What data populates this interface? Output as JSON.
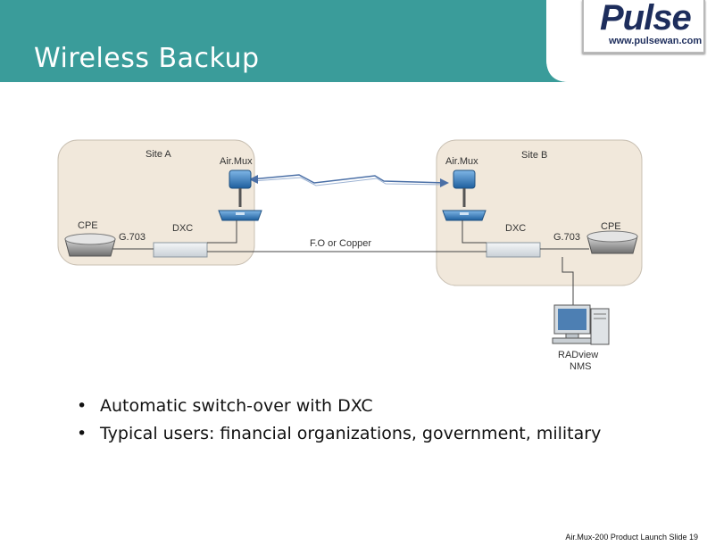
{
  "slide": {
    "title": "Wireless Backup",
    "logo": {
      "brand": "Pulse",
      "url": "www.pulsewan.com"
    }
  },
  "diagram": {
    "site_a": {
      "name": "Site A",
      "cpe": "CPE",
      "interface": "G.703",
      "dxc": "DXC",
      "radio": "Air.Mux"
    },
    "site_b": {
      "name": "Site B",
      "cpe": "CPE",
      "interface": "G.703",
      "dxc": "DXC",
      "radio": "Air.Mux"
    },
    "link_label": "F.O or Copper",
    "nms_line1": "RADview",
    "nms_line2": "NMS"
  },
  "bullets": [
    "Automatic switch-over with DXC",
    "Typical users: financial organizations, government, military"
  ],
  "footer": "Air.Mux-200 Product Launch  Slide 19",
  "colors": {
    "header_teal": "#3a9c9a",
    "site_fill": "#f1e8db",
    "site_border": "#c8bfb2",
    "radio_blue": "#2f7fc3"
  }
}
